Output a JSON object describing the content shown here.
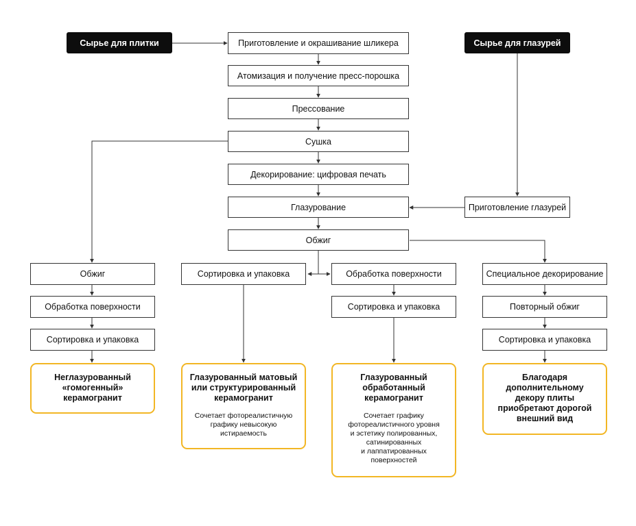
{
  "colors": {
    "line": "#333333",
    "dark_box": "#0d0d0d",
    "accent_border": "#f2b624"
  },
  "raw_materials": {
    "tile": "Сырье для плитки",
    "glaze": "Сырье для глазурей"
  },
  "main_steps": {
    "slip": "Приготовление и окрашивание шликера",
    "atomize": "Атомизация и получение пресс-порошка",
    "press": "Прессование",
    "dry": "Сушка",
    "decor": "Декорирование: цифровая печать",
    "glazing": "Глазурование",
    "fire": "Обжиг"
  },
  "glaze_prep": "Приготовление глазурей",
  "branch1": {
    "fire": "Обжиг",
    "surface": "Обработка поверхности",
    "sort": "Сортировка и упаковка"
  },
  "branch2": {
    "sort": "Сортировка и упаковка"
  },
  "branch3": {
    "surface": "Обработка поверхности",
    "sort": "Сортировка и упаковка"
  },
  "branch4": {
    "special": "Специальное декорирование",
    "refire": "Повторный обжиг",
    "sort": "Сортировка и упаковка"
  },
  "results": {
    "unglazed": {
      "title": "Неглазурованный\n«гомогенный»\nкерамогранит"
    },
    "matte": {
      "title": "Глазурованный матовый\nили структурированный\nкерамогранит",
      "desc": "Сочетает фотореалистичную\nграфику невысокую\nистираемость"
    },
    "processed": {
      "title": "Глазурованный\nобработанный\nкерамогранит",
      "desc": "Сочетает графику\nфотореалистичного уровня\nи эстетику полированных,\nсатинированных\nи лаппатированных\nповерхностей"
    },
    "decor": {
      "title": "Благодаря\nдополнительному\nдекору плиты\nприобретают дорогой\nвнешний вид"
    }
  }
}
